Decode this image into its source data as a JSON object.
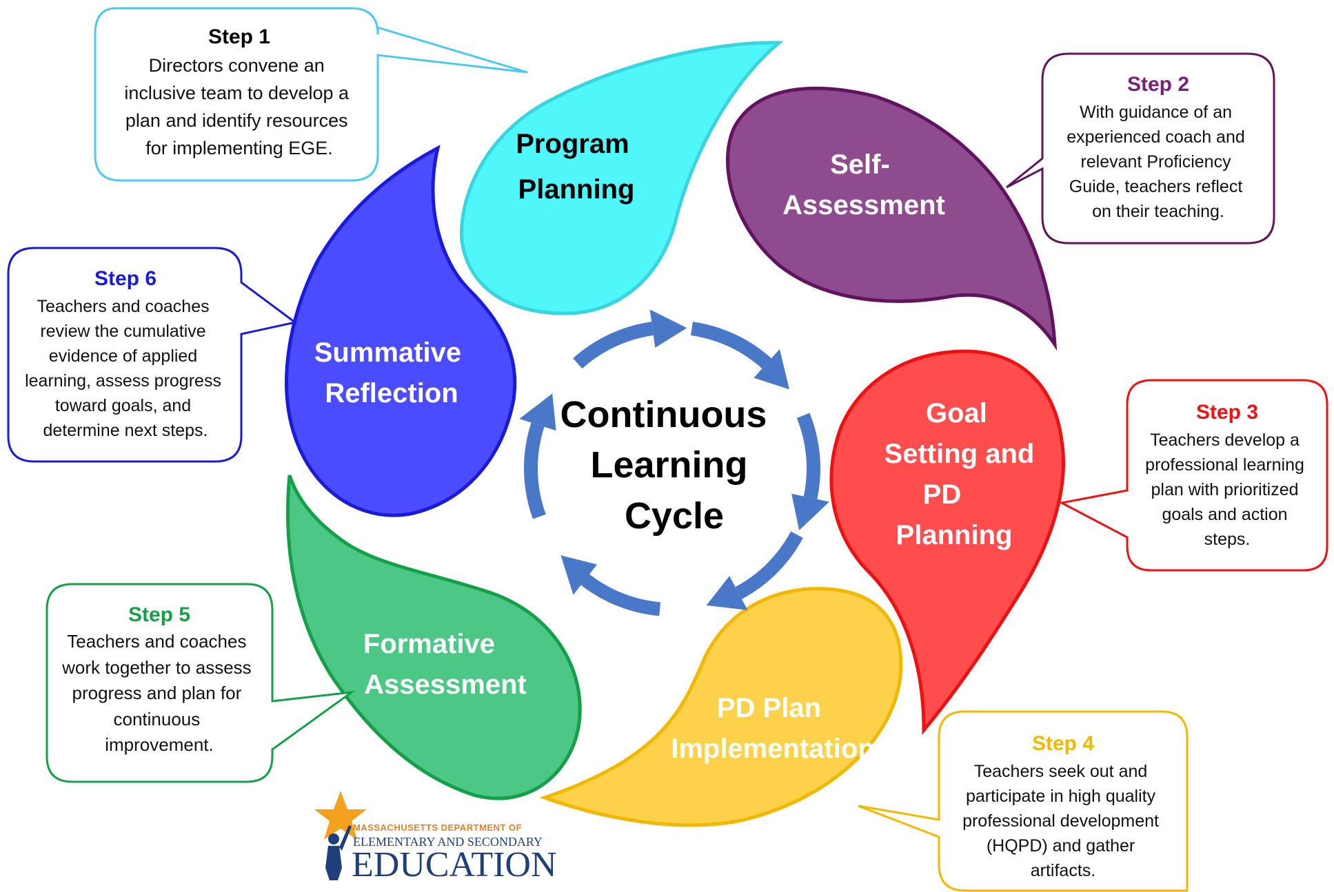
{
  "center": {
    "lines": [
      "Continuous",
      "Learning",
      "Cycle"
    ]
  },
  "petals": [
    {
      "id": "program-planning",
      "lines": [
        "Program",
        "Planning"
      ],
      "fill": "#4ff7fa",
      "stroke": "#3ad4e0",
      "text_color": "#000000"
    },
    {
      "id": "self-assessment",
      "lines": [
        "Self-",
        "Assessment"
      ],
      "fill": "#8e4b8d",
      "stroke": "#62135f",
      "text_color": "#ffffff"
    },
    {
      "id": "goal-setting",
      "lines": [
        "Goal",
        "Setting and",
        "PD",
        "Planning"
      ],
      "fill": "#ff4d4d",
      "stroke": "#ee1111",
      "text_color": "#ffffff"
    },
    {
      "id": "pd-plan-implementation",
      "lines": [
        "PD Plan",
        "Implementation"
      ],
      "fill": "#fdd24a",
      "stroke": "#f2b700",
      "text_color": "#ffffff"
    },
    {
      "id": "formative-assessment",
      "lines": [
        "Formative",
        "Assessment"
      ],
      "fill": "#4cc785",
      "stroke": "#14a049",
      "text_color": "#ffffff"
    },
    {
      "id": "summative-reflection",
      "lines": [
        "Summative",
        "Reflection"
      ],
      "fill": "#4b4bff",
      "stroke": "#1a1ad9",
      "text_color": "#ffffff"
    }
  ],
  "steps": [
    {
      "id": "step-1",
      "title": "Step 1",
      "color": "#000000",
      "border": "#4dc8f0",
      "lines": [
        "Directors convene an",
        "inclusive team to develop a",
        "plan and identify resources",
        "for implementing EGE."
      ]
    },
    {
      "id": "step-2",
      "title": "Step 2",
      "color": "#7a1f7a",
      "border": "#62135f",
      "lines": [
        "With guidance of an",
        "experienced coach and",
        "relevant Proficiency",
        "Guide, teachers reflect",
        "on their teaching."
      ]
    },
    {
      "id": "step-3",
      "title": "Step 3",
      "color": "#ee1111",
      "border": "#ee1111",
      "lines": [
        "Teachers develop a",
        "professional learning",
        "plan with prioritized",
        "goals and action",
        "steps."
      ]
    },
    {
      "id": "step-4",
      "title": "Step 4",
      "color": "#f2b700",
      "border": "#f2b700",
      "lines": [
        "Teachers seek out and",
        "participate in high quality",
        "professional development",
        "(HQPD) and gather",
        "artifacts."
      ]
    },
    {
      "id": "step-5",
      "title": "Step 5",
      "color": "#14a049",
      "border": "#14a049",
      "lines": [
        "Teachers and coaches",
        "work together to assess",
        "progress and plan for",
        "continuous",
        "improvement."
      ]
    },
    {
      "id": "step-6",
      "title": "Step 6",
      "color": "#1a1ad9",
      "border": "#1a1ad9",
      "lines": [
        "Teachers and coaches",
        "review the cumulative",
        "evidence of applied",
        "learning, assess progress",
        "toward  goals, and",
        "determine next steps."
      ]
    }
  ],
  "logo": {
    "line1": "MASSACHUSETTS DEPARTMENT OF",
    "line2": "ELEMENTARY AND SECONDARY",
    "line3": "EDUCATION",
    "star_color": "#f4a21e",
    "text_color": "#1f3f7a"
  },
  "arrow_color": "#4a78c8"
}
